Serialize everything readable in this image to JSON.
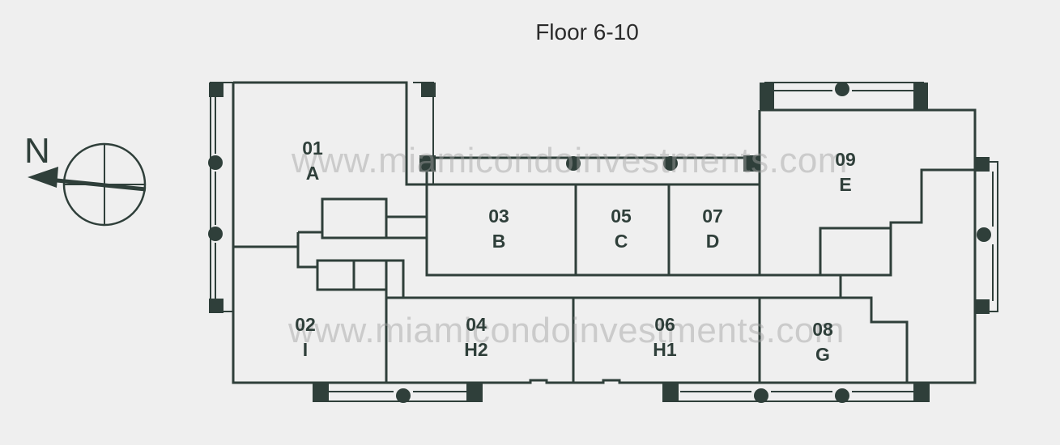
{
  "floor": {
    "title": "Floor 6-10"
  },
  "watermark": "www.miamicondoinvestments.com",
  "compass": {
    "label": "N"
  },
  "colors": {
    "wall": "#2f3f3a",
    "background": "#efefef",
    "watermark": "#a0a0a0"
  },
  "units": [
    {
      "number": "01",
      "type": "A"
    },
    {
      "number": "02",
      "type": "I"
    },
    {
      "number": "03",
      "type": "B"
    },
    {
      "number": "04",
      "type": "H2"
    },
    {
      "number": "05",
      "type": "C"
    },
    {
      "number": "06",
      "type": "H1"
    },
    {
      "number": "07",
      "type": "D"
    },
    {
      "number": "08",
      "type": "G"
    },
    {
      "number": "09",
      "type": "E"
    }
  ]
}
